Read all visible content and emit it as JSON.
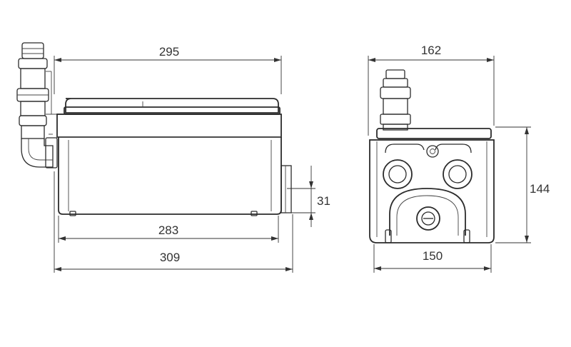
{
  "dimensions": {
    "side_top_width": "295",
    "side_bottom_inner": "283",
    "side_bottom_overall": "309",
    "side_outlet_height": "31",
    "front_top_width": "162",
    "front_bottom_width": "150",
    "front_height": "144"
  }
}
